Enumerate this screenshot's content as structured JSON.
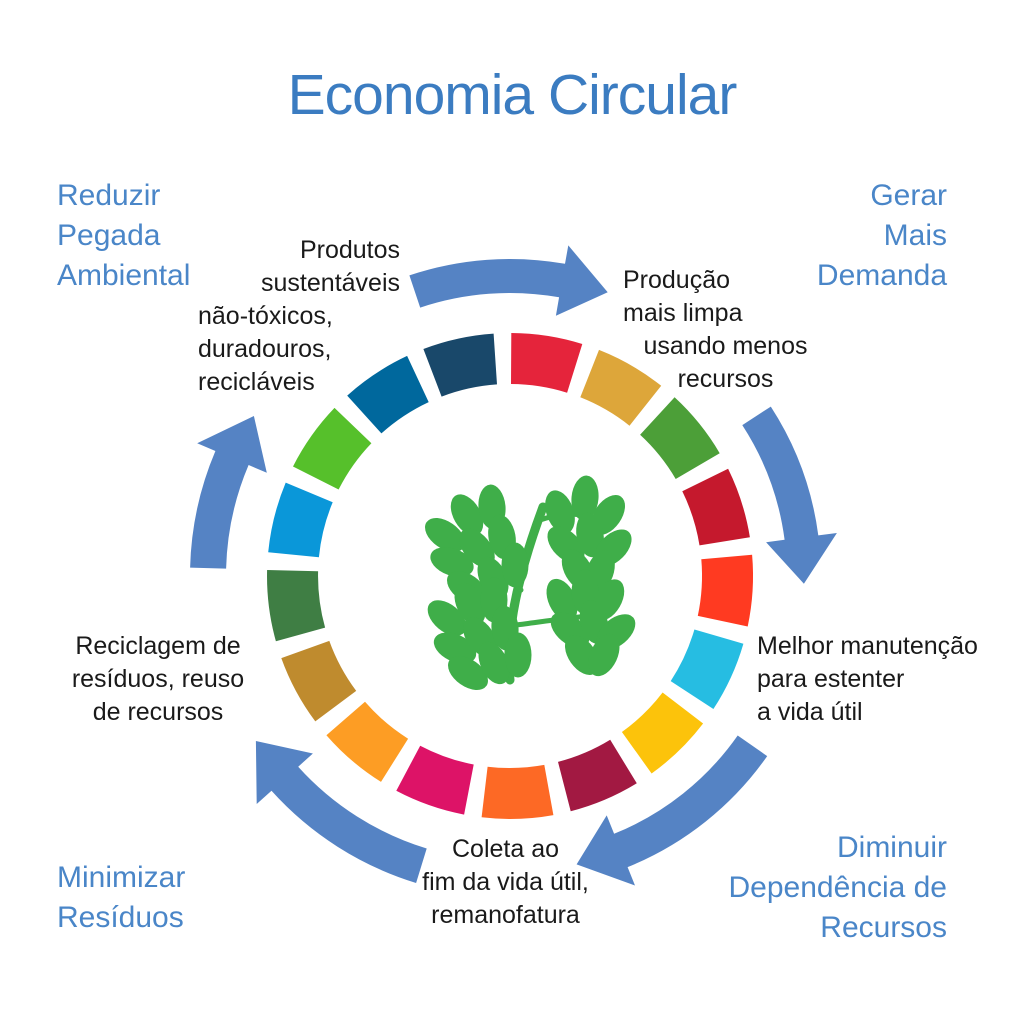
{
  "title": {
    "text": "Economia Circular",
    "color": "#3b7cc1"
  },
  "corner_labels": {
    "color": "#4a86c8",
    "top_left": {
      "lines": [
        "Reduzir",
        "Pegada",
        "Ambiental"
      ]
    },
    "top_right": {
      "lines": [
        "Gerar",
        "Mais",
        "Demanda"
      ]
    },
    "bottom_left": {
      "lines": [
        "Minimizar",
        "Resíduos"
      ]
    },
    "bottom_right": {
      "lines": [
        "Diminuir",
        "Dependência de",
        "Recursos"
      ]
    }
  },
  "annotations": {
    "color": "#1a1a1a",
    "products": {
      "lines": [
        "Produtos",
        "sustentáveis",
        "não-tóxicos,",
        "duradouros,",
        "recicláveis"
      ]
    },
    "production": {
      "lines": [
        "Produção",
        "mais limpa",
        "usando menos",
        "recursos"
      ]
    },
    "maintenance": {
      "lines": [
        "Melhor manutenção",
        "para estenter",
        "a vida útil"
      ]
    },
    "collection": {
      "lines": [
        "Coleta ao",
        "fim da vida útil,",
        "remanofatura"
      ]
    },
    "recycling": {
      "lines": [
        "Reciclagem de",
        "resíduos, reuso",
        "de recursos"
      ]
    }
  },
  "ring": {
    "segment_count": 17,
    "gap_color": "#ffffff",
    "segment_colors": [
      "#E5243B",
      "#DDA63A",
      "#4C9F38",
      "#C5192D",
      "#FF3A21",
      "#26BDE2",
      "#FCC30B",
      "#A21942",
      "#FD6925",
      "#DD1367",
      "#FD9D24",
      "#BF8B2E",
      "#3F7E44",
      "#0A97D9",
      "#56C02B",
      "#00689D",
      "#19486A"
    ]
  },
  "plant": {
    "icon": "green-sprig-icon",
    "color": "#3fae49"
  },
  "arrows": {
    "color": "#5583c4",
    "items": [
      {
        "name": "arrow-top-clockwise"
      },
      {
        "name": "arrow-right-down"
      },
      {
        "name": "arrow-bottom-right-to-left"
      },
      {
        "name": "arrow-bottom-left-up"
      },
      {
        "name": "arrow-left-up"
      }
    ]
  }
}
